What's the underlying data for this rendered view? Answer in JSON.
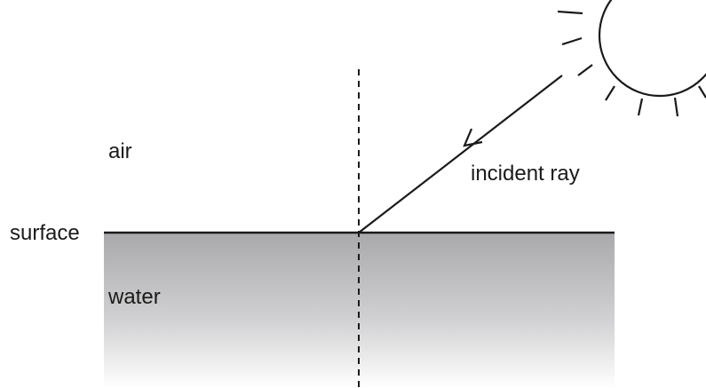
{
  "labels": {
    "air": "air",
    "incident_ray": "incident ray",
    "surface": "surface",
    "water": "water"
  },
  "icons": {
    "sun": "sun-icon",
    "arrow": "arrowhead-icon"
  },
  "colors": {
    "ink": "#1a1a1a",
    "water_top": "#a9a9ab",
    "water_bottom": "#ffffff"
  }
}
